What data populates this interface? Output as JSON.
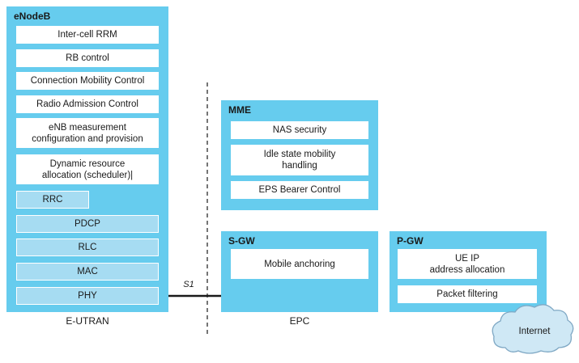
{
  "enodeb": {
    "title": "eNodeB",
    "functions": [
      "Inter-cell RRM",
      "RB control",
      "Connection Mobility Control",
      "Radio Admission Control",
      "eNB measurement\nconfiguration and provision",
      "Dynamic resource\nallocation (scheduler)|"
    ],
    "layers": [
      "RRC",
      "PDCP",
      "RLC",
      "MAC",
      "PHY"
    ]
  },
  "mme": {
    "title": "MME",
    "functions": [
      "NAS security",
      "Idle state mobility\nhandling",
      "EPS Bearer Control"
    ]
  },
  "sgw": {
    "title": "S-GW",
    "functions": [
      "Mobile anchoring"
    ]
  },
  "pgw": {
    "title": "P-GW",
    "functions": [
      "UE IP\naddress allocation",
      "Packet filtering"
    ]
  },
  "internet": {
    "label": "Internet"
  },
  "interface": {
    "label": "S1"
  },
  "captions": {
    "left": "E-UTRAN",
    "right": "EPC"
  },
  "colors": {
    "panel": "#66ccee",
    "layer": "#a6dcf2",
    "cloud": "#cfe8f5",
    "line": "#1a1a1a"
  }
}
